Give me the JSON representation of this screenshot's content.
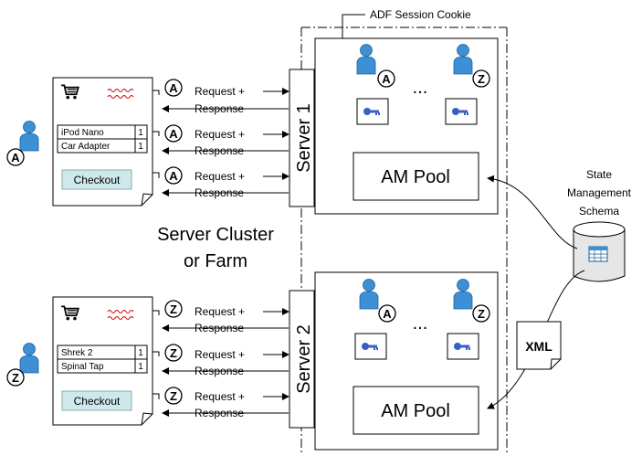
{
  "session_cookie_label": "ADF Session Cookie",
  "cluster_label_line1": "Server Cluster",
  "cluster_label_line2": "or Farm",
  "state_label_line1": "State",
  "state_label_line2": "Management",
  "state_label_line3": "Schema",
  "xml_label": "XML",
  "servers": [
    {
      "name": "Server 1",
      "pool_label": "AM Pool",
      "user_letters": [
        "A",
        "Z"
      ],
      "ellipsis": "...",
      "client_letter": "A",
      "cart_items": [
        {
          "name": "iPod Nano",
          "qty": "1"
        },
        {
          "name": "Car Adapter",
          "qty": "1"
        }
      ],
      "checkout_label": "Checkout",
      "request_label": "Request +",
      "response_label": "Response"
    },
    {
      "name": "Server 2",
      "pool_label": "AM Pool",
      "user_letters": [
        "A",
        "Z"
      ],
      "ellipsis": "...",
      "client_letter": "Z",
      "cart_items": [
        {
          "name": "Shrek 2",
          "qty": "1"
        },
        {
          "name": "Spinal Tap",
          "qty": "1"
        }
      ],
      "checkout_label": "Checkout",
      "request_label": "Request +",
      "response_label": "Response"
    }
  ],
  "colors": {
    "person": "#3d8fd6",
    "person_dark": "#1f5f99",
    "checkout": "#cfe8ec",
    "squiggle": "#cc0000",
    "key": "#3a5fc4"
  }
}
